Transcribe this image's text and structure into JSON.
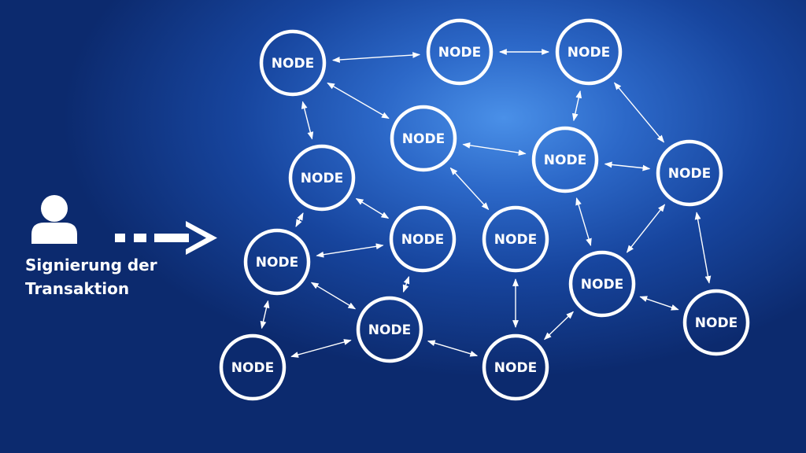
{
  "user": {
    "icon": "user-icon",
    "caption_line1": "Signierung der",
    "caption_line2": "Transaktion"
  },
  "flow_arrow": {
    "icon": "dashed-arrow-right-icon"
  },
  "node_label": "NODE",
  "colors": {
    "background_center": "#4a90e8",
    "background_edge": "#0c2a6e",
    "stroke": "#ffffff"
  },
  "nodes": [
    {
      "id": "n1",
      "label": "NODE"
    },
    {
      "id": "n2",
      "label": "NODE"
    },
    {
      "id": "n3",
      "label": "NODE"
    },
    {
      "id": "n4",
      "label": "NODE"
    },
    {
      "id": "n5",
      "label": "NODE"
    },
    {
      "id": "n6",
      "label": "NODE"
    },
    {
      "id": "n7",
      "label": "NODE"
    },
    {
      "id": "n8",
      "label": "NODE"
    },
    {
      "id": "n9",
      "label": "NODE"
    },
    {
      "id": "n10",
      "label": "NODE"
    },
    {
      "id": "n11",
      "label": "NODE"
    },
    {
      "id": "n12",
      "label": "NODE"
    },
    {
      "id": "n13",
      "label": "NODE"
    },
    {
      "id": "n14",
      "label": "NODE"
    },
    {
      "id": "n15",
      "label": "NODE"
    }
  ],
  "edges": [
    [
      "n1",
      "n2"
    ],
    [
      "n2",
      "n3"
    ],
    [
      "n1",
      "n5"
    ],
    [
      "n1",
      "n4"
    ],
    [
      "n3",
      "n6"
    ],
    [
      "n3",
      "n7"
    ],
    [
      "n5",
      "n6"
    ],
    [
      "n6",
      "n7"
    ],
    [
      "n5",
      "n10"
    ],
    [
      "n4",
      "n8"
    ],
    [
      "n4",
      "n9"
    ],
    [
      "n8",
      "n9"
    ],
    [
      "n9",
      "n12"
    ],
    [
      "n8",
      "n12"
    ],
    [
      "n8",
      "n11"
    ],
    [
      "n11",
      "n12"
    ],
    [
      "n12",
      "n13"
    ],
    [
      "n10",
      "n13"
    ],
    [
      "n13",
      "n14"
    ],
    [
      "n6",
      "n14"
    ],
    [
      "n7",
      "n14"
    ],
    [
      "n7",
      "n15"
    ],
    [
      "n14",
      "n15"
    ]
  ]
}
